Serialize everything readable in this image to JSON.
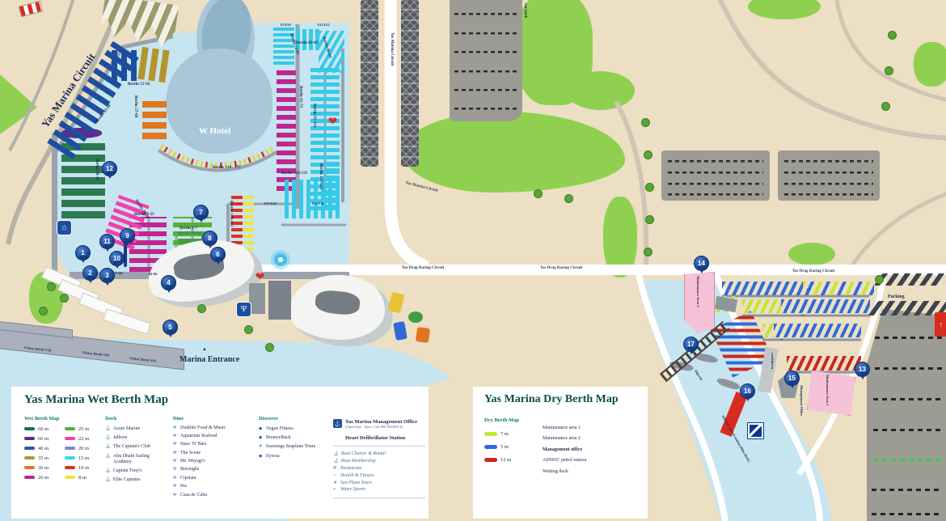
{
  "wet_legend": {
    "title": "Yas Marina Wet Berth Map",
    "sizes_header": "Wet Berth Map",
    "sizes": [
      {
        "label": "66 m",
        "color": "#1a6e5e"
      },
      {
        "label": "60 m",
        "color": "#5b2d8e"
      },
      {
        "label": "40 m",
        "color": "#2f55a4"
      },
      {
        "label": "35 m",
        "color": "#b3952a"
      },
      {
        "label": "30 m",
        "color": "#e0761f"
      },
      {
        "label": "26 m",
        "color": "#c2258f"
      },
      {
        "label": "25 m",
        "color": "#55b033"
      },
      {
        "label": "22 m",
        "color": "#f23fae"
      },
      {
        "label": "20 m",
        "color": "#7f86d6"
      },
      {
        "label": "15 m",
        "color": "#35d5f5"
      },
      {
        "label": "10 m",
        "color": "#e02f24"
      },
      {
        "label": "8 m",
        "color": "#f2e434"
      }
    ],
    "dock_header": "Dock",
    "dock": [
      "Azure Marine",
      "Jalboot",
      "The Captain's Club",
      "Abu Dhabi Sailing Academy",
      "Captain Tony's",
      "Elite Captains"
    ],
    "dine_header": "Dine",
    "dine": [
      "Diablito Food & Music",
      "Aquarium Seafood",
      "Stars 'N' Bars",
      "The Scene",
      "Mr. Miyagi's",
      "Boroughs",
      "Cipriani",
      "Iris",
      "Casa de Cuba"
    ],
    "discover_header": "Discover",
    "discover": [
      "Vogue Fitness",
      "BounceBack",
      "Seawings Seaplane Tours",
      "Eywoa"
    ],
    "office_title": "Yas Marina Management Office",
    "office_subtitle": "(Open 8am - 6pm | Call 800 MARINA)",
    "defib": "Heart Defibrillator Station",
    "services": [
      "Boat Charter & Rental",
      "Boat Membership",
      "Restaurant",
      "Health & Fitness",
      "Sea Plane Tours",
      "Water Sports"
    ]
  },
  "dry_legend": {
    "title": "Yas Marina Dry Berth Map",
    "sizes_header": "Dry Berth Map",
    "sizes": [
      {
        "label": "7 m",
        "color": "#c3e534"
      },
      {
        "label": "5 m",
        "color": "#2f6bd8"
      },
      {
        "label": "12 m",
        "color": "#c8281e"
      }
    ],
    "items": [
      "Maintenance area 1",
      "Maintenance area 2",
      "Management office",
      "ADNOC petrol station",
      "Waiting dock"
    ]
  },
  "map": {
    "circuit_label": "Yas Marina Circuit",
    "circuit_label_vertical": "Yas Marina Circuit",
    "circuit_label_curve": "Yas Marina Circuit",
    "drag_circuit_labels": [
      "Yas Drag Racing Circuit",
      "Yas Drag Racing Circuit",
      "Yas Drag Racing Circuit"
    ],
    "car_park": "car park",
    "parking": "Parking",
    "hotel": "W Hotel",
    "marina_entrance": "Marina Entrance",
    "visitor_berths": [
      "Visitor Berth V10",
      "Visitor Berth V05",
      "Visitor Berth V01"
    ],
    "berth_labels": [
      "Berths 51-56",
      "Berths 43-50",
      "Berths 57-60",
      "Berths 36-42",
      "Berths 26-36",
      "Berths 8-25",
      "Berths 1-7",
      "Berths 178-222",
      "Berths 74-81",
      "Berths 82-85",
      "Berths 86-94",
      "Berths 61-73",
      "Berths 95-114",
      "Berths 134 - 177",
      "Berths 124-133",
      "Berths 115-123"
    ],
    "pier_codes": [
      "E2-E10",
      "E11-E12",
      "E13-E18",
      "F13-F14",
      "T-204",
      "B1-B2"
    ],
    "maintenance_area_2": "Maintenance Area 2",
    "maintenance_area_1": "Maintenance Area 1",
    "management_office": "Management Office",
    "washdown": "washdown",
    "slipway": "Slipway",
    "adnoc": "ADNOC petrol station (60m dock)",
    "markers": [
      "1",
      "2",
      "3",
      "4",
      "5",
      "6",
      "7",
      "8",
      "9",
      "10",
      "11",
      "12",
      "13",
      "14",
      "15",
      "16",
      "17"
    ]
  },
  "icons": {
    "anchor": "⚓",
    "dine": "Ψ",
    "plane": "✈",
    "fitness": "◆",
    "cross": "+",
    "water": "≈",
    "home": "⌂",
    "heart": "❤",
    "pulse": "+",
    "up_arrow": "↑",
    "left_arrow": "←",
    "right_arrow": "→",
    "triangle": "▲"
  }
}
